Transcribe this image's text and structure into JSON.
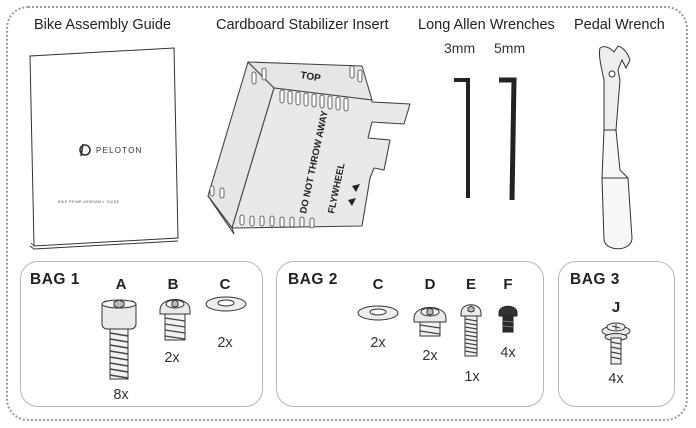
{
  "top_items": {
    "guide": {
      "label": "Bike Assembly Guide",
      "brand": "PELOTON",
      "cover_subtitle": "BIKE PRIME ASSEMBLY GUIDE"
    },
    "stabilizer": {
      "label": "Cardboard Stabilizer Insert",
      "print_top": "TOP",
      "print_warning": "DO NOT THROW AWAY",
      "print_flywheel": "FLYWHEEL"
    },
    "wrenches": {
      "label": "Long Allen Wrenches",
      "size_1": "3mm",
      "size_2": "5mm"
    },
    "pedal_wrench": {
      "label": "Pedal Wrench"
    }
  },
  "bags": [
    {
      "title": "BAG 1",
      "parts": [
        {
          "letter": "A",
          "qty": "8x"
        },
        {
          "letter": "B",
          "qty": "2x"
        },
        {
          "letter": "C",
          "qty": "2x"
        }
      ]
    },
    {
      "title": "BAG 2",
      "parts": [
        {
          "letter": "C",
          "qty": "2x"
        },
        {
          "letter": "D",
          "qty": "2x"
        },
        {
          "letter": "E",
          "qty": "1x"
        },
        {
          "letter": "F",
          "qty": "4x"
        }
      ]
    },
    {
      "title": "BAG 3",
      "parts": [
        {
          "letter": "J",
          "qty": "4x"
        }
      ]
    }
  ]
}
